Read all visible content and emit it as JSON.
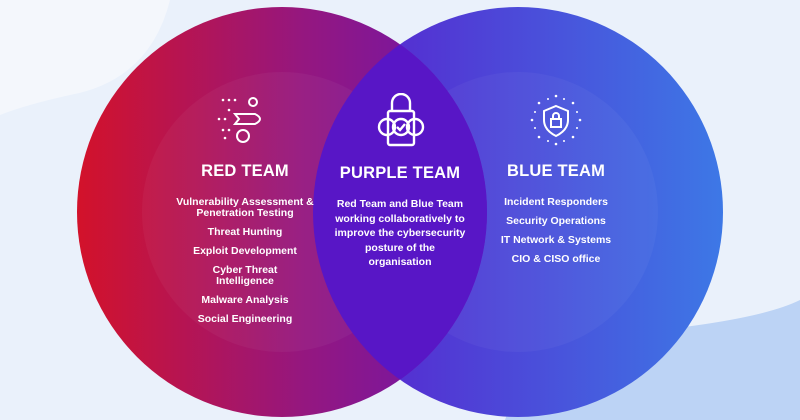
{
  "colors": {
    "background": "#eaf1fb",
    "red": "#d0132b",
    "purple": "#5a17c9",
    "blue": "#3f73e3"
  },
  "red_team": {
    "icon": "rocket-bug-icon",
    "title": "RED TEAM",
    "items": [
      "Vulnerability Assessment & Penetration Testing",
      "Threat Hunting",
      "Exploit Development",
      "Cyber Threat Intelligence",
      "Malware Analysis",
      "Social Engineering"
    ]
  },
  "purple_team": {
    "icon": "lock-cycle-icon",
    "title": "PURPLE TEAM",
    "description": "Red Team and Blue Team working collaboratively to improve the cybersecurity posture of the organisation"
  },
  "blue_team": {
    "icon": "shield-lock-icon",
    "title": "BLUE TEAM",
    "items": [
      "Incident Responders",
      "Security Operations",
      "IT Network & Systems",
      "CIO & CISO office"
    ]
  }
}
